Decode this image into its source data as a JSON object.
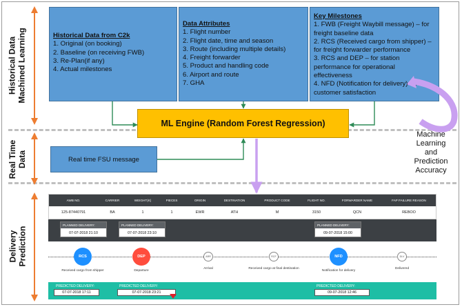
{
  "side_labels": {
    "historical": "Historical Data\nMachined Learning",
    "realtime": "Real Time\nData",
    "delivery": "Delivery\nPrediction"
  },
  "historical_box": {
    "title": "Historical Data from C2k",
    "items": [
      "1. Original (on booking)",
      "2. Baseline (on receiving FWB)",
      "3. Re-Plan(if any)",
      "4. Actual milestones"
    ]
  },
  "attributes_box": {
    "title": "Data Attributes",
    "items": [
      "1. Flight number",
      "2. Flight date, time and season",
      "3. Route (including multiple details)",
      "4. Freight forwarder",
      "5. Product and handling code",
      "6. Airport and route",
      "7. GHA"
    ]
  },
  "milestones_box": {
    "title": "Key Milestones",
    "items": [
      "1. FWB (Freight Waybill message) – for freight baseline data",
      "2. RCS (Received cargo from shipper) – for freight forwarder performance",
      "3. RCS and DEP – for station performance for operational effectiveness",
      "4. NFD (Notification for delivery) – for customer satisfaction"
    ]
  },
  "ml_engine": "ML Engine (Random Forest Regression)",
  "fsu_box": "Real time FSU message",
  "loop_caption": "Machine\nLearning\nand\nPrediction\nAccuracy",
  "table": {
    "headers": [
      "AWB NO.",
      "CARRIER",
      "WEIGHT(K)",
      "PIECES",
      "ORIGIN",
      "DESTINATION",
      "PRODUCT CODE",
      "FLIGHT NO.",
      "FORWARDER NAME",
      "FAP FAILURE REASON"
    ],
    "row": [
      "125-87440791",
      "BA",
      "1",
      "1",
      "EWR",
      "ATH",
      "M",
      "3150",
      "QCN",
      "REBOO"
    ]
  },
  "planned": [
    {
      "label": "PLANNED DELIVERY:",
      "value": "07-07-2018 21:10"
    },
    {
      "label": "PLANNED DELIVERY:",
      "value": "07-07-2018 23:10"
    },
    {
      "label": "PLANNED DELIVERY:",
      "value": "09-07-2018 15:00"
    }
  ],
  "steps": [
    {
      "code": "RCS",
      "label": "Received cargo from shipper",
      "color": "#1e90ff",
      "size": "big"
    },
    {
      "code": "DEP",
      "label": "Departure",
      "color": "#ff4d3d",
      "size": "big"
    },
    {
      "code": "ARR",
      "label": "Arrival",
      "color": "#ffffff",
      "size": "small"
    },
    {
      "code": "RCF",
      "label": "Received cargo at final destination",
      "color": "#ffffff",
      "size": "small"
    },
    {
      "code": "NFD",
      "label": "Notification for delivery",
      "color": "#1e90ff",
      "size": "big"
    },
    {
      "code": "DLV",
      "label": "Delivered",
      "color": "#ffffff",
      "size": "small"
    }
  ],
  "predicted": [
    {
      "label": "PREDICTED DELIVERY:",
      "value": "07-07-2018 17:11"
    },
    {
      "label": "PREDICTED DELIVERY:",
      "value": "07-07-2018 23:21"
    },
    {
      "label": "PREDICTED DELIVERY:",
      "value": "09-07-2018 12:46"
    }
  ],
  "colors": {
    "blue_box": "#5b9bd5",
    "ml_engine": "#ffc000",
    "arrow_orange": "#ed7d31",
    "arrow_green": "#2e8b57",
    "arrow_purple": "#c9a0f0",
    "teal": "#1ebea5",
    "dark_header": "#3c4044"
  }
}
